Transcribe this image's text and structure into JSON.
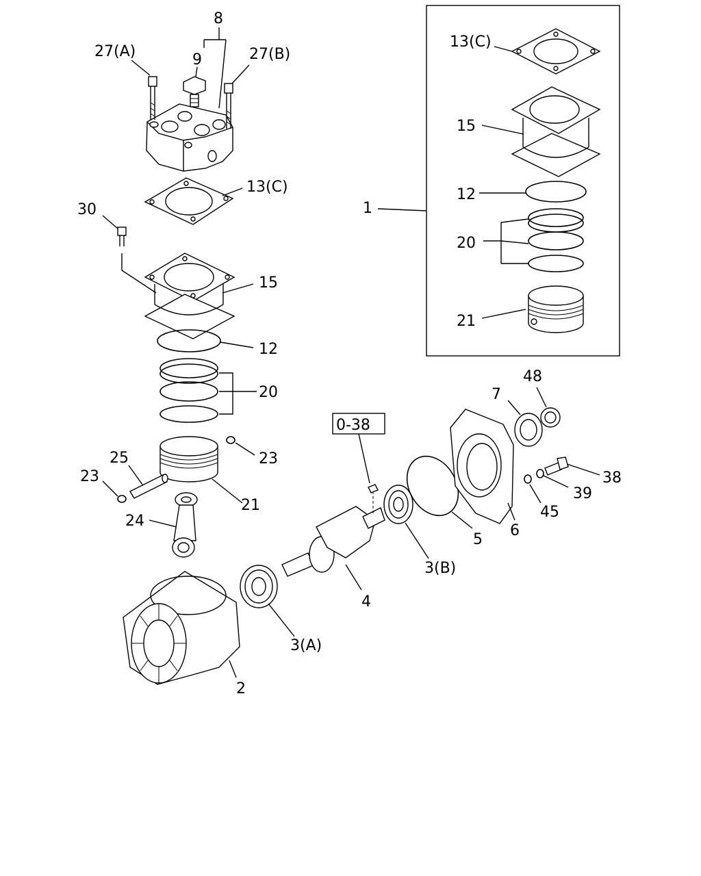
{
  "labels": {
    "l8": "8",
    "l9": "9",
    "l27a": "27(A)",
    "l27b": "27(B)",
    "l13c_main": "13(C)",
    "l30": "30",
    "l15_main": "15",
    "l12_main": "12",
    "l20_main": "20",
    "l23_right": "23",
    "l25": "25",
    "l23_left": "23",
    "l21_main": "21",
    "l24": "24",
    "l2": "2",
    "l3a": "3(A)",
    "l4": "4",
    "l038": "0-38",
    "l3b": "3(B)",
    "l5": "5",
    "l6": "6",
    "l45": "45",
    "l39": "39",
    "l38": "38",
    "l7": "7",
    "l48": "48",
    "l1": "1",
    "l13c_kit": "13(C)",
    "l15_kit": "15",
    "l12_kit": "12",
    "l20_kit": "20",
    "l21_kit": "21"
  }
}
